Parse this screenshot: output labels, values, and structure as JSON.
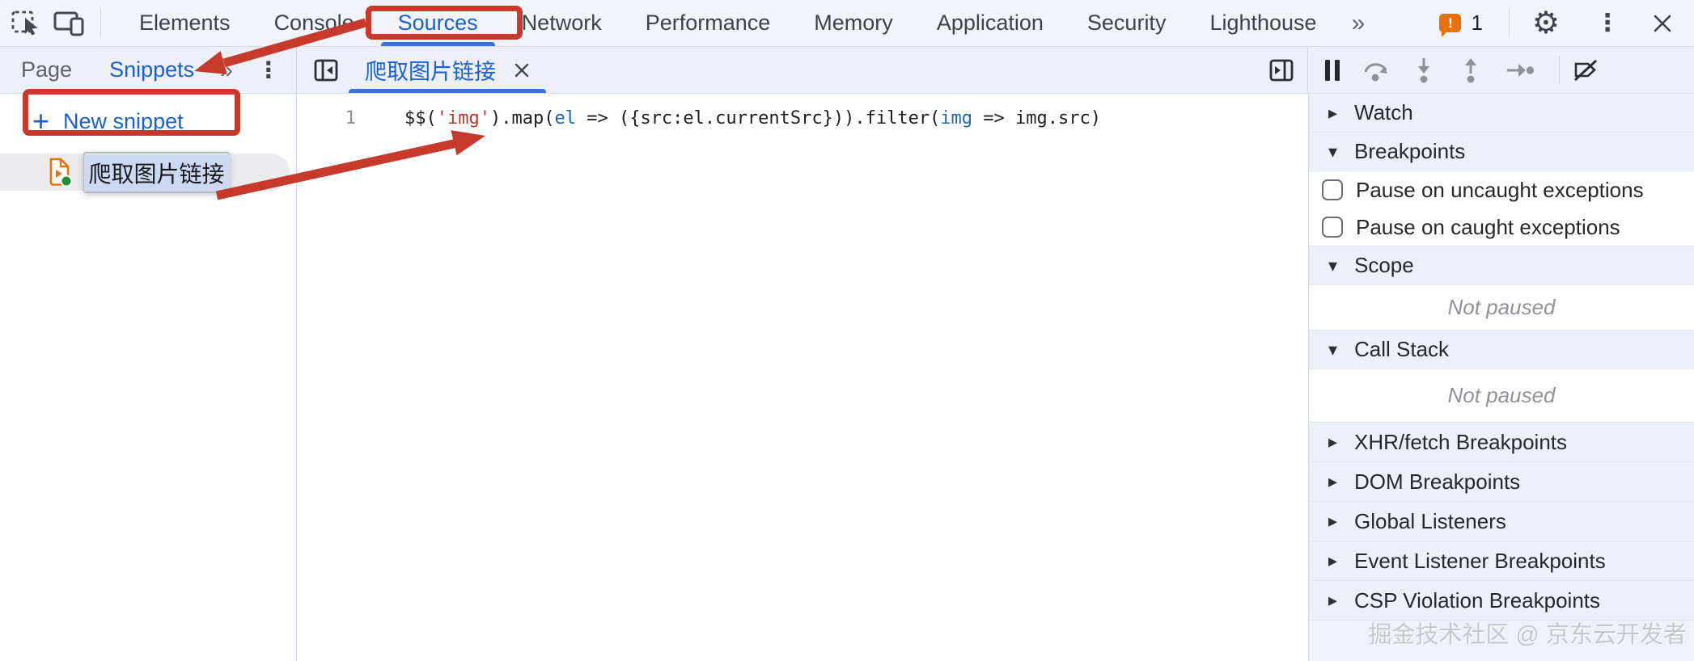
{
  "top_bar": {
    "tabs": {
      "elements": "Elements",
      "console": "Console",
      "sources": "Sources",
      "network": "Network",
      "performance": "Performance",
      "memory": "Memory",
      "application": "Application",
      "security": "Security",
      "lighthouse": "Lighthouse"
    },
    "active_tab": "Sources",
    "overflow_chevron": "»",
    "issues_count": "1"
  },
  "sidebar": {
    "page_tab": "Page",
    "snippets_tab": "Snippets",
    "overflow_chevron": "»",
    "new_snippet_label": "New snippet",
    "snippet_name": "爬取图片链接"
  },
  "editor": {
    "tab_title": "爬取图片链接",
    "line_number": "1",
    "code": {
      "t0": "$$(",
      "t1": "'img'",
      "t2": ").map(",
      "t3": "el",
      "t4": " => ({src:el.currentSrc})).filter(",
      "t5": "img",
      "t6": " => img.src)"
    }
  },
  "debugger_panel": {
    "watch": "Watch",
    "breakpoints": "Breakpoints",
    "pause_uncaught": "Pause on uncaught exceptions",
    "pause_caught": "Pause on caught exceptions",
    "scope": "Scope",
    "scope_status": "Not paused",
    "call_stack": "Call Stack",
    "call_stack_status": "Not paused",
    "xhr_fetch": "XHR/fetch Breakpoints",
    "dom": "DOM Breakpoints",
    "global_listeners": "Global Listeners",
    "event_listener": "Event Listener Breakpoints",
    "csp_violation": "CSP Violation Breakpoints"
  },
  "icons": {
    "kebab": "⋮",
    "gear": "⚙",
    "plus": "+",
    "bang": "!",
    "tri_right": "▸",
    "tri_down": "▾"
  },
  "watermark": "掘金技术社区 @ 京东云开发者",
  "colors": {
    "accent_blue": "#1a5fd7",
    "annotation_red": "#c6392b",
    "issues_orange": "#e8710a",
    "snippet_green": "#1e8e3e",
    "string_red": "#b8382a",
    "variable_blue": "#1e65b3"
  }
}
